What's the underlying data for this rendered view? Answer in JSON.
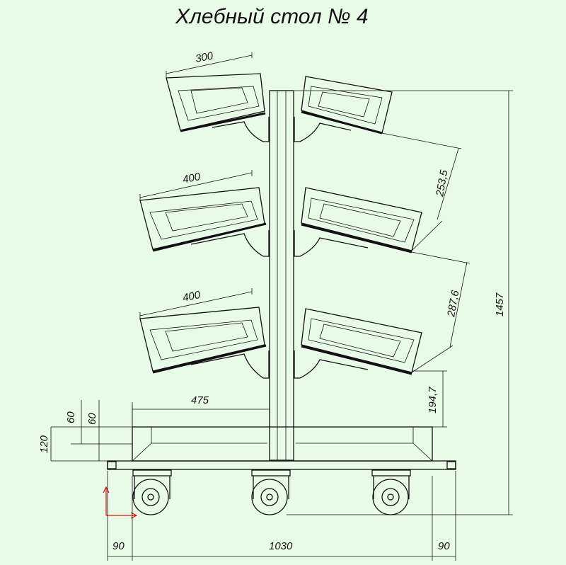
{
  "title": "Хлебный стол № 4",
  "dimensions": {
    "top_shelf_width": "300",
    "mid_shelf_width": "400",
    "low_shelf_width": "400",
    "base_half_width": "475",
    "spacing_upper": "253,5",
    "spacing_middle": "287,6",
    "spacing_lower": "194,7",
    "total_height": "1457",
    "base_height": "120",
    "base_step_a": "60",
    "base_step_b": "60",
    "overall_width": "1030",
    "left_offset": "90",
    "right_offset": "90"
  },
  "colors": {
    "background": "#e8fbe6",
    "lines": "#111111",
    "axis_marker": "#dd1111"
  }
}
